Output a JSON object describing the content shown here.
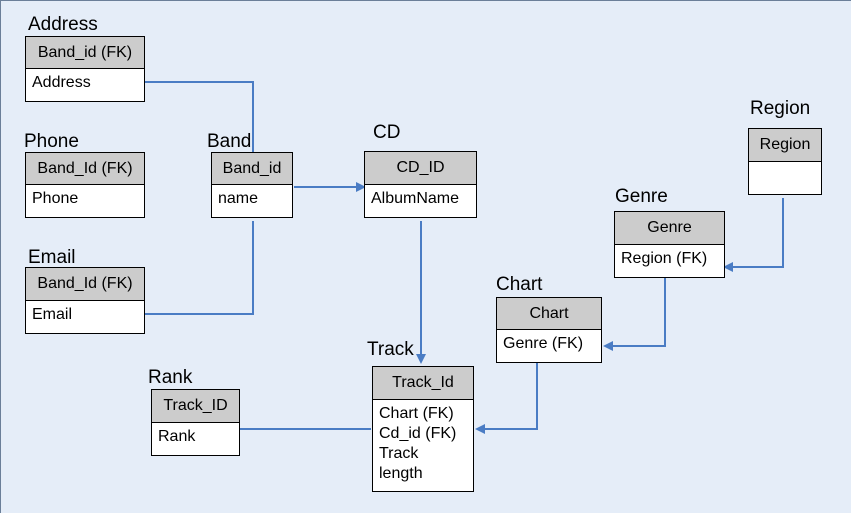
{
  "entities": {
    "address": {
      "title": "Address",
      "key": "Band_id (FK)",
      "fields": [
        "Address"
      ]
    },
    "phone": {
      "title": "Phone",
      "key": "Band_Id (FK)",
      "fields": [
        "Phone"
      ]
    },
    "email": {
      "title": "Email",
      "key": "Band_Id (FK)",
      "fields": [
        "Email"
      ]
    },
    "band": {
      "title": "Band",
      "key": "Band_id",
      "fields": [
        "name"
      ]
    },
    "cd": {
      "title": "CD",
      "key": "CD_ID",
      "fields": [
        "AlbumName"
      ]
    },
    "region": {
      "title": "Region",
      "key": "Region",
      "fields": [
        ""
      ]
    },
    "genre": {
      "title": "Genre",
      "key": "Genre",
      "fields": [
        "Region (FK)"
      ]
    },
    "chart": {
      "title": "Chart",
      "key": "Chart",
      "fields": [
        "Genre (FK)"
      ]
    },
    "track": {
      "title": "Track",
      "key": "Track_Id",
      "fields": [
        "Chart (FK)",
        "Cd_id (FK)",
        "Track",
        "length"
      ]
    },
    "rank": {
      "title": "Rank",
      "key": "Track_ID",
      "fields": [
        "Rank"
      ]
    }
  },
  "colors": {
    "connector": "#4a7cc4",
    "header": "#cccccc",
    "background": "#e5edf8"
  }
}
